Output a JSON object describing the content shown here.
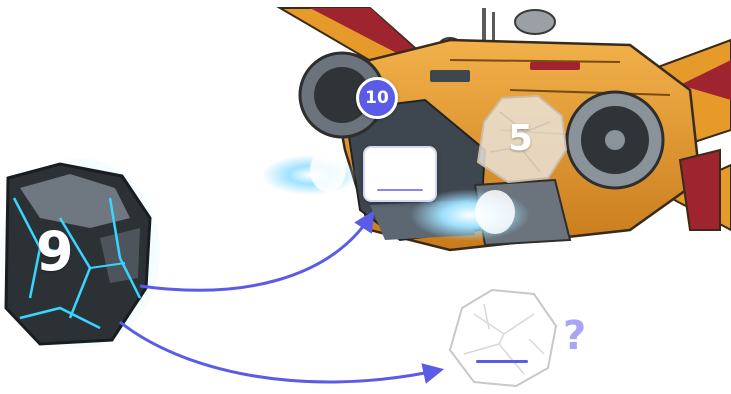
{
  "level_badge": "10",
  "rocks": {
    "dark_rock_value": "9",
    "light_rock_value": "5"
  },
  "answer": {
    "current_value": "",
    "hint_symbol": "?"
  },
  "colors": {
    "accent": "#5a5be6",
    "arrow": "#5a5be6",
    "ship_body": "#e59a2a",
    "ship_trim": "#9e2430",
    "engine_glow": "#7fd3ff",
    "rock_glow": "#38d6ff"
  },
  "icons": {
    "spaceship": "spaceship-icon",
    "dark_rock": "dark-rock-icon",
    "light_rock": "light-rock-icon",
    "ghost_rock": "ghost-rock-icon"
  }
}
